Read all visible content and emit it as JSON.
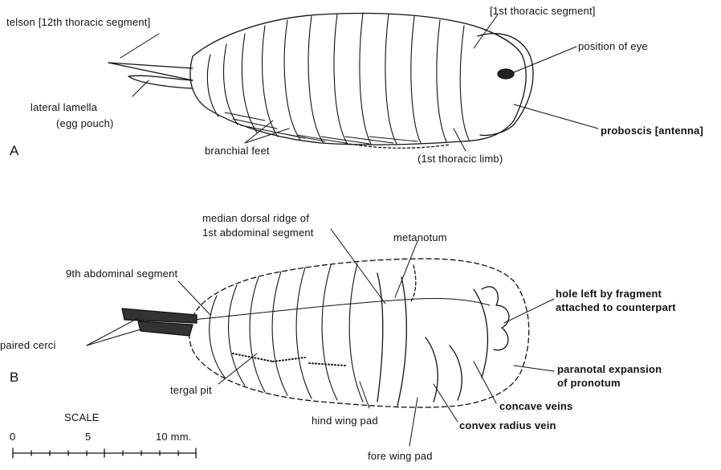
{
  "figure_a": {
    "panel_label": "A",
    "labels": {
      "telson": "telson [12th thoracic segment]",
      "lateral_lamella": "lateral lamella",
      "egg_pouch": "(egg pouch)",
      "branchial_feet": "branchial feet",
      "first_thoracic_segment": "[1st thoracic segment]",
      "position_of_eye": "position of eye",
      "proboscis": "proboscis [antenna]",
      "first_thoracic_limb": "(1st thoracic limb)"
    }
  },
  "figure_b": {
    "panel_label": "B",
    "labels": {
      "median_ridge_1": "median dorsal ridge of",
      "median_ridge_2": "1st abdominal segment",
      "metanotum": "metanotum",
      "ninth_abdominal": "9th abdominal segment",
      "paired_cerci": "paired cerci",
      "hole_left_1": "hole left by fragment",
      "hole_left_2": "attached to counterpart",
      "paranotal_1": "paranotal expansion",
      "paranotal_2": "of pronotum",
      "tergal_pit": "tergal pit",
      "concave_veins": "concave veins",
      "hind_wing_pad": "hind wing pad",
      "convex_radius": "convex radius vein",
      "fore_wing_pad": "fore wing pad"
    }
  },
  "scale": {
    "title": "SCALE",
    "tick_0": "0",
    "tick_5": "5",
    "tick_10": "10 mm."
  }
}
